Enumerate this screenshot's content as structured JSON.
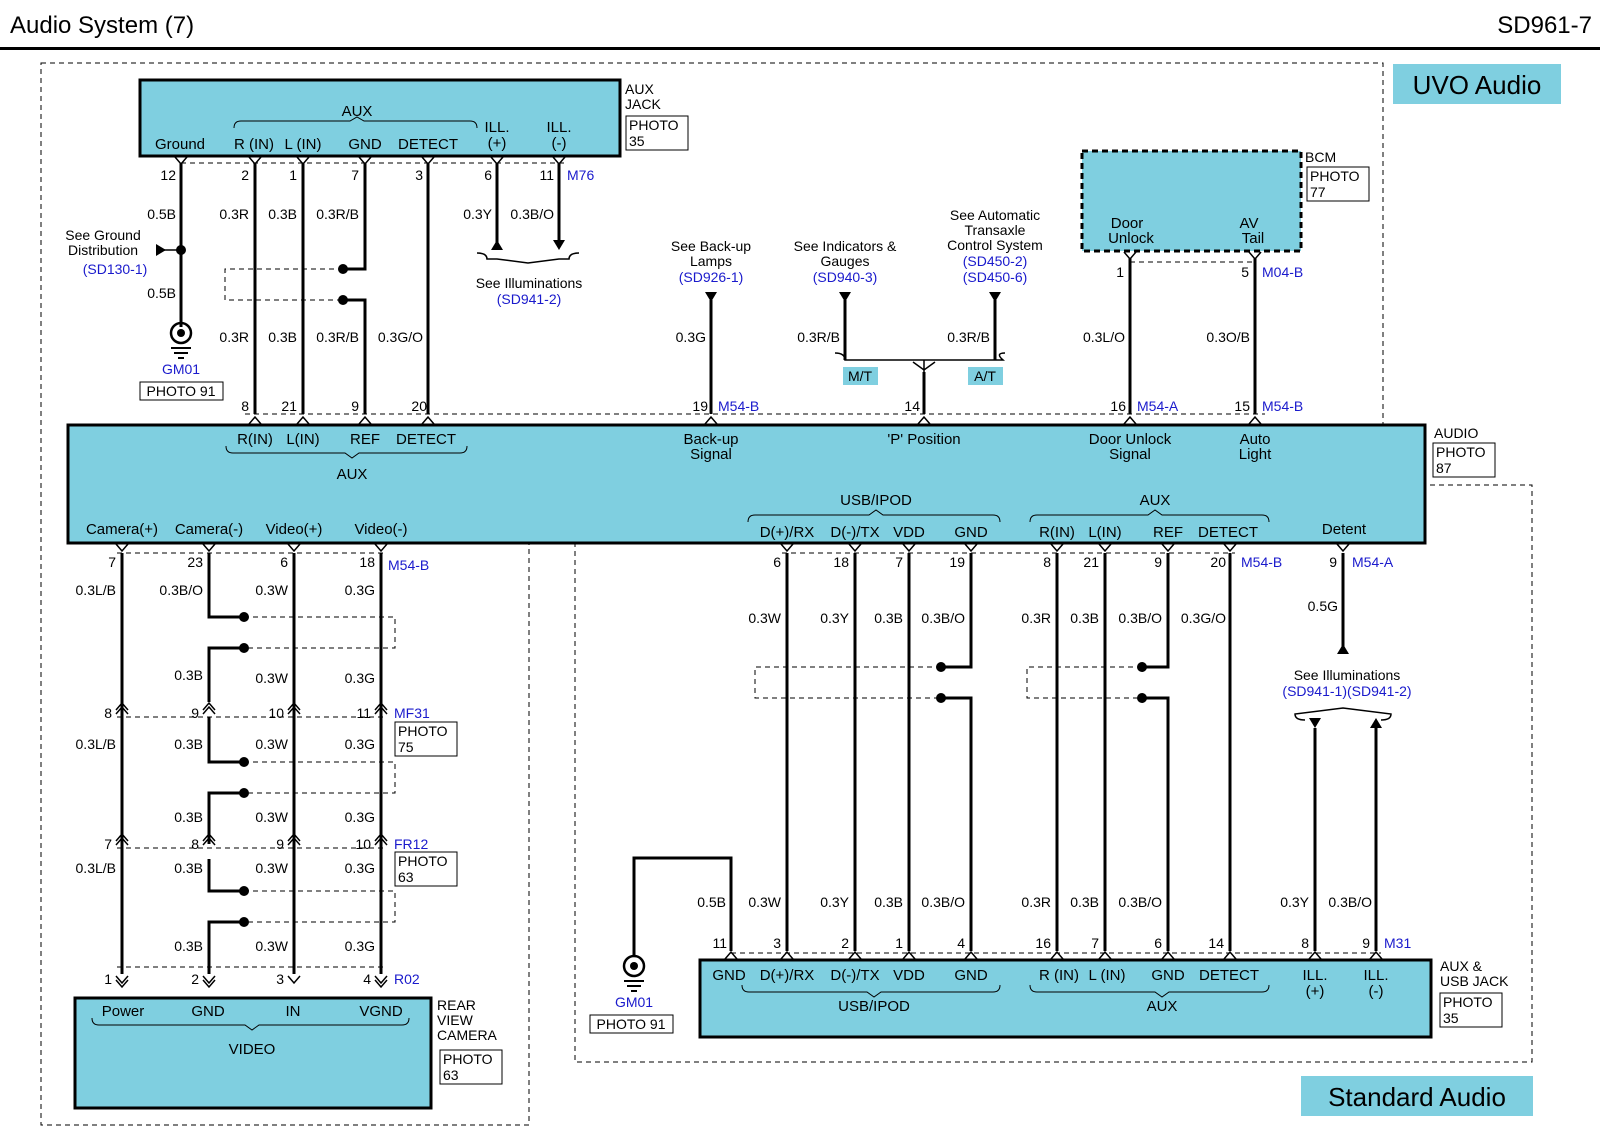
{
  "header": {
    "title": "Audio System (7)",
    "code": "SD961-7"
  },
  "badges": {
    "uvo": "UVO Audio",
    "standard": "Standard Audio"
  },
  "colors": {
    "component": "#7fcfe0",
    "wire": "#000000",
    "link": "#1a1acc"
  },
  "components": {
    "aux_jack": {
      "name_l1": "AUX",
      "name_l2": "JACK",
      "photo_l1": "PHOTO",
      "photo_l2": "35",
      "group": "AUX",
      "pins": [
        "Ground",
        "R (IN)",
        "L (IN)",
        "GND",
        "DETECT",
        "ILL.",
        "(+)",
        "ILL.",
        "(-)"
      ],
      "connector": "M76"
    },
    "bcm": {
      "name": "BCM",
      "photo_l1": "PHOTO",
      "photo_l2": "77",
      "pin1_l1": "Door",
      "pin1_l2": "Unlock",
      "pin2_l1": "AV",
      "pin2_l2": "Tail",
      "connector": "M04-B"
    },
    "audio": {
      "name": "AUDIO",
      "photo_l1": "PHOTO",
      "photo_l2": "87",
      "top_pins": [
        "R(IN)",
        "L(IN)",
        "REF",
        "DETECT"
      ],
      "top_group": "AUX",
      "backup_l1": "Back-up",
      "backup_l2": "Signal",
      "p_position": "'P' Position",
      "door_l1": "Door Unlock",
      "door_l2": "Signal",
      "auto_l1": "Auto",
      "auto_l2": "Light",
      "usb_group": "USB/IPOD",
      "usb_pins": [
        "D(+)/RX",
        "D(-)/TX",
        "VDD",
        "GND"
      ],
      "aux_group": "AUX",
      "aux_pins": [
        "R(IN)",
        "L(IN)",
        "REF",
        "DETECT"
      ],
      "detent": "Detent",
      "camera_pins": [
        "Camera(+)",
        "Camera(-)",
        "Video(+)",
        "Video(-)"
      ]
    },
    "aux_usb_jack": {
      "name_l1": "AUX &",
      "name_l2": "USB JACK",
      "photo_l1": "PHOTO",
      "photo_l2": "35",
      "pins": [
        "GND",
        "D(+)/RX",
        "D(-)/TX",
        "VDD",
        "GND",
        "R (IN)",
        "L (IN)",
        "GND",
        "DETECT",
        "ILL.",
        "(+)",
        "ILL.",
        "(-)"
      ],
      "group_usb": "USB/IPOD",
      "group_aux": "AUX"
    },
    "rear_camera": {
      "name_l1": "REAR",
      "name_l2": "VIEW",
      "name_l3": "CAMERA",
      "photo_l1": "PHOTO",
      "photo_l2": "63",
      "pins": [
        "Power",
        "GND",
        "IN",
        "VGND"
      ],
      "group": "VIDEO"
    }
  },
  "connectors": {
    "M54A": "M54-A",
    "M54B": "M54-B",
    "MF31": "MF31",
    "FR12": "FR12",
    "R02": "R02",
    "M31": "M31",
    "MF31_photo_l1": "PHOTO",
    "MF31_photo_l2": "75",
    "FR12_photo_l1": "PHOTO",
    "FR12_photo_l2": "63"
  },
  "grounds": {
    "gm01": "GM01",
    "photo": "PHOTO 91",
    "see_l1": "See Ground",
    "see_l2": "Distribution",
    "see_ref": "(SD130-1)"
  },
  "references": {
    "illum_top": "See Illuminations",
    "illum_top_ref": "(SD941-2)",
    "backup_l1": "See Back-up",
    "backup_l2": "Lamps",
    "backup_ref": "(SD926-1)",
    "ind_l1": "See Indicators &",
    "ind_l2": "Gauges",
    "ind_ref": "(SD940-3)",
    "auto_l1": "See Automatic",
    "auto_l2": "Transaxle",
    "auto_l3": "Control System",
    "auto_ref1": "(SD450-2)",
    "auto_ref2": "(SD450-6)",
    "illum_right": "See Illuminations",
    "illum_right_ref": "(SD941-1)(SD941-2)",
    "mt": "M/T",
    "at": "A/T"
  },
  "wire_colors": {
    "w_05B": "0.5B",
    "w_03R": "0.3R",
    "w_03B": "0.3B",
    "w_03RB": "0.3R/B",
    "w_03GO": "0.3G/O",
    "w_03Y": "0.3Y",
    "w_03BO": "0.3B/O",
    "w_03G": "0.3G",
    "w_03LO": "0.3L/O",
    "w_03OB": "0.3O/B",
    "w_03LB": "0.3L/B",
    "w_03W": "0.3W",
    "w_05G": "0.5G"
  },
  "pins": {
    "p1": "1",
    "p2": "2",
    "p3": "3",
    "p4": "4",
    "p5": "5",
    "p6": "6",
    "p7": "7",
    "p8": "8",
    "p9": "9",
    "p10": "10",
    "p11": "11",
    "p12": "12",
    "p14": "14",
    "p15": "15",
    "p16": "16",
    "p18": "18",
    "p19": "19",
    "p20": "20",
    "p21": "21",
    "p23": "23"
  }
}
